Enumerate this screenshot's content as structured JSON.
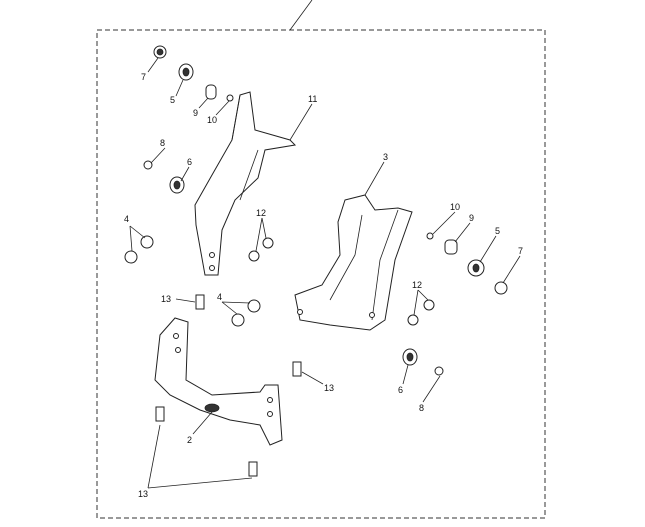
{
  "diagram": {
    "title": "Parts exploded view",
    "callouts": [
      {
        "label": "7"
      },
      {
        "label": "5"
      },
      {
        "label": "9"
      },
      {
        "label": "10"
      },
      {
        "label": "11"
      },
      {
        "label": "8"
      },
      {
        "label": "6"
      },
      {
        "label": "4"
      },
      {
        "label": "12"
      },
      {
        "label": "3"
      },
      {
        "label": "10"
      },
      {
        "label": "9"
      },
      {
        "label": "5"
      },
      {
        "label": "7"
      },
      {
        "label": "12"
      },
      {
        "label": "13"
      },
      {
        "label": "4"
      },
      {
        "label": "13"
      },
      {
        "label": "6"
      },
      {
        "label": "8"
      },
      {
        "label": "2"
      },
      {
        "label": "13"
      }
    ]
  }
}
